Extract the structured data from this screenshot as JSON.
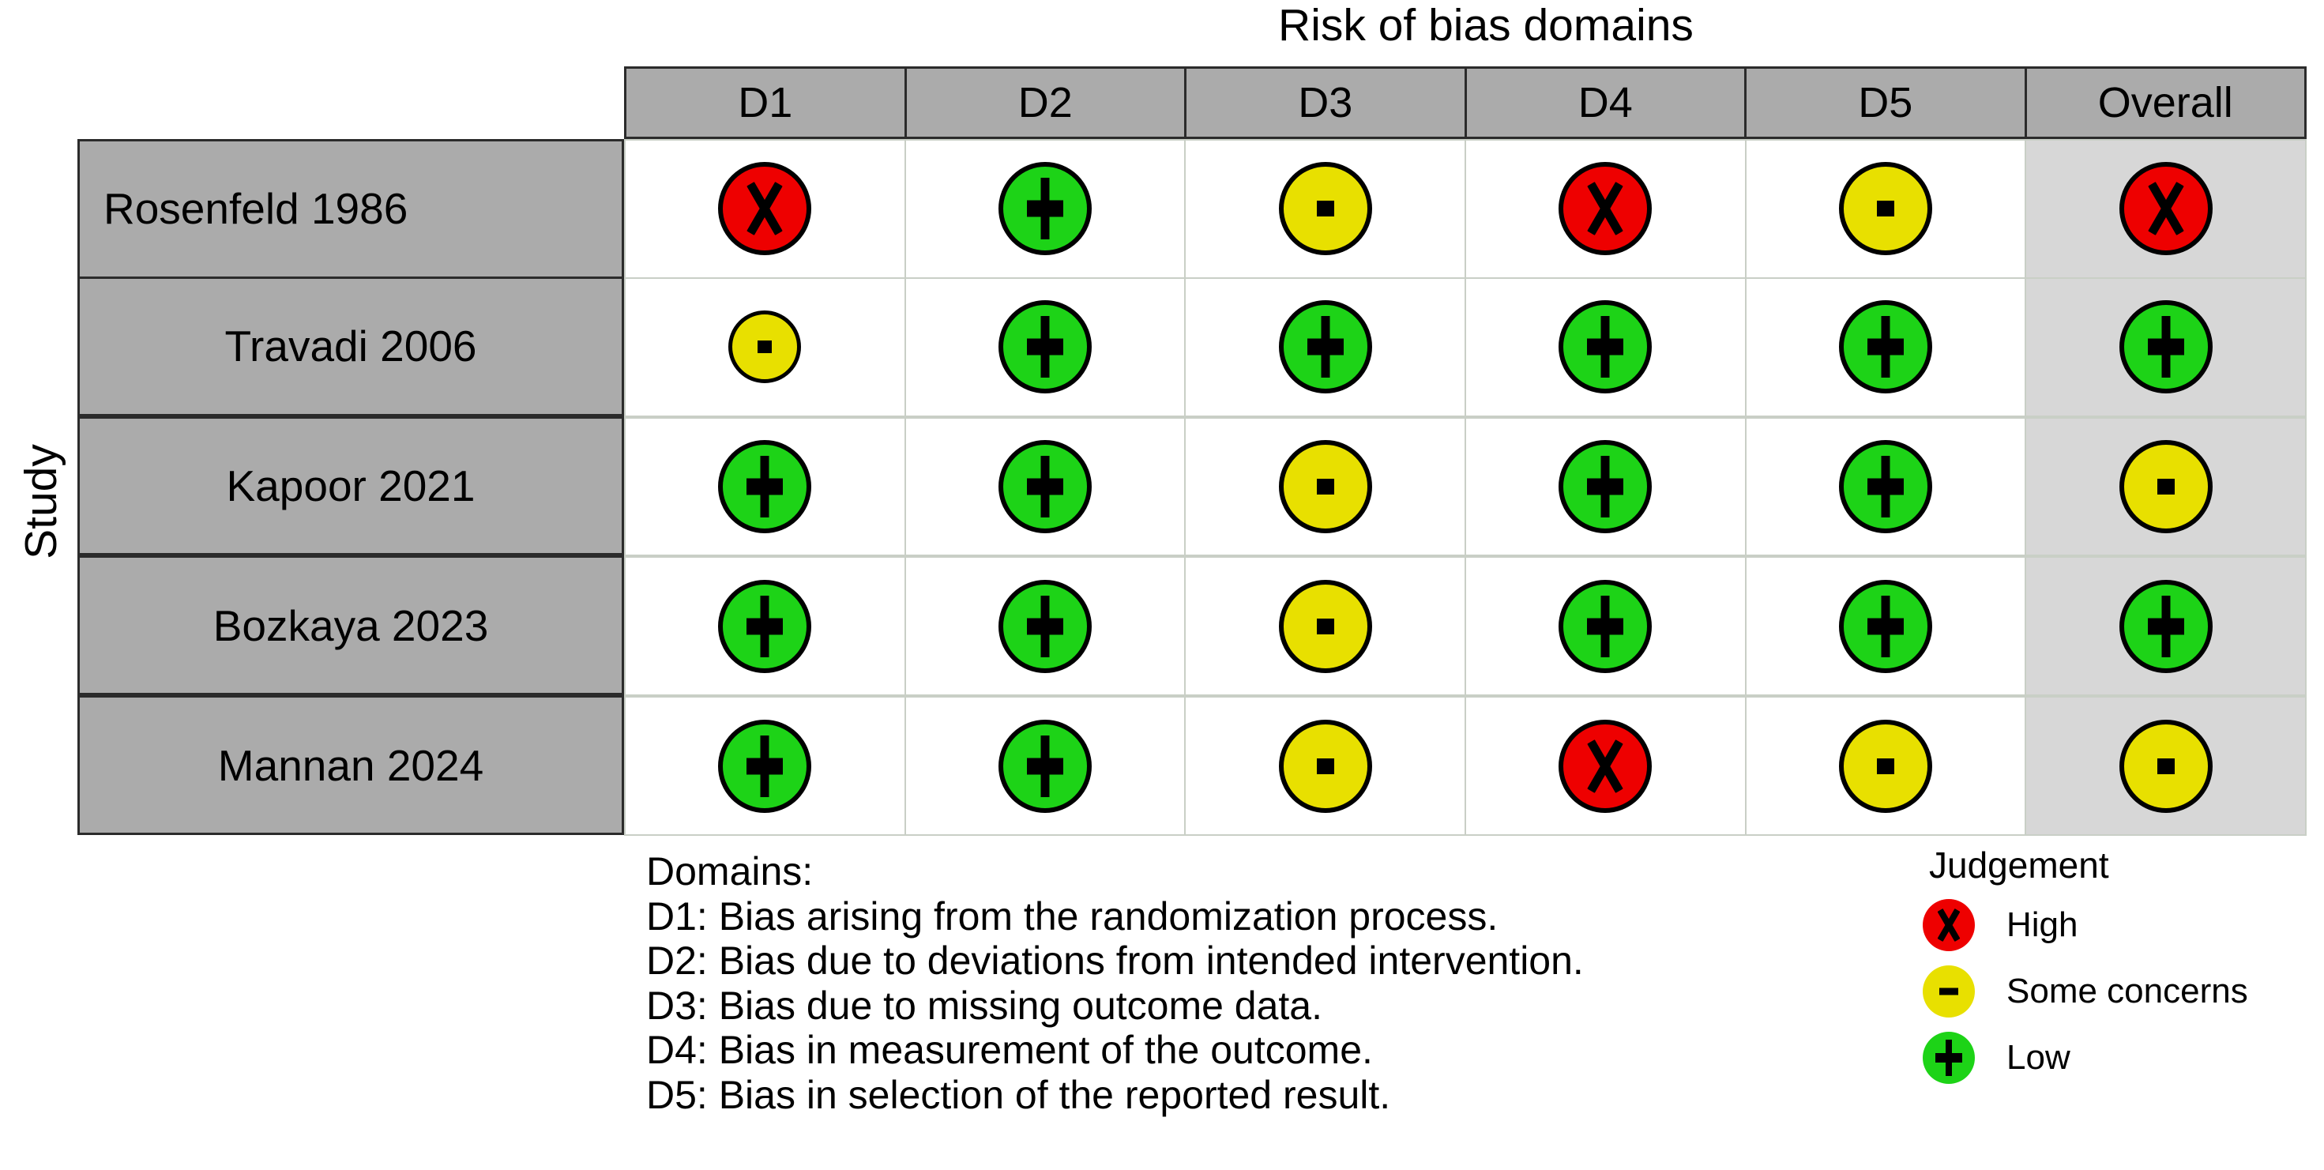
{
  "title": "Risk of bias domains",
  "axis_label_y": "Study",
  "colors": {
    "high": "#EE0000",
    "some_concerns": "#E8E000",
    "low": "#1DD317",
    "header_gray": "#ABABAB",
    "overall_cell_gray": "#D7D7D7",
    "grid_line": "#C9CFC6",
    "outline": "#2B2B2B"
  },
  "chart_data": {
    "type": "table",
    "title": "Risk of bias domains",
    "xlabel": "",
    "ylabel": "Study",
    "columns": [
      "D1",
      "D2",
      "D3",
      "D4",
      "D5",
      "Overall"
    ],
    "rows": [
      {
        "study": "Rosenfeld 1986",
        "judgements": [
          "high",
          "low",
          "some",
          "high",
          "some",
          "high"
        ]
      },
      {
        "study": "Travadi 2006",
        "judgements": [
          "some",
          "low",
          "low",
          "low",
          "low",
          "low"
        ]
      },
      {
        "study": "Kapoor 2021",
        "judgements": [
          "low",
          "low",
          "some",
          "low",
          "low",
          "some"
        ]
      },
      {
        "study": "Bozkaya 2023",
        "judgements": [
          "low",
          "low",
          "some",
          "low",
          "low",
          "low"
        ]
      },
      {
        "study": "Mannan 2024",
        "judgements": [
          "low",
          "low",
          "some",
          "high",
          "some",
          "some"
        ]
      }
    ],
    "judgement_levels": [
      {
        "key": "high",
        "symbol": "X",
        "label": "High",
        "color": "#EE0000"
      },
      {
        "key": "some",
        "symbol": "-",
        "label": "Some concerns",
        "color": "#E8E000"
      },
      {
        "key": "low",
        "symbol": "+",
        "label": "Low",
        "color": "#1DD317"
      }
    ]
  },
  "table": {
    "headers": [
      {
        "label": "D1"
      },
      {
        "label": "D2"
      },
      {
        "label": "D3"
      },
      {
        "label": "D4"
      },
      {
        "label": "D5"
      },
      {
        "label": "Overall"
      }
    ],
    "rows": [
      {
        "study": "Rosenfeld 1986",
        "align": "left",
        "cells": [
          {
            "judgement": "high",
            "symbol": "X",
            "size": "normal"
          },
          {
            "judgement": "low",
            "symbol": "+",
            "size": "normal"
          },
          {
            "judgement": "some",
            "symbol": "-",
            "size": "normal"
          },
          {
            "judgement": "high",
            "symbol": "X",
            "size": "normal"
          },
          {
            "judgement": "some",
            "symbol": "-",
            "size": "normal"
          },
          {
            "judgement": "high",
            "symbol": "X",
            "size": "normal"
          }
        ]
      },
      {
        "study": "Travadi 2006",
        "align": "center",
        "cells": [
          {
            "judgement": "some",
            "symbol": "-",
            "size": "small"
          },
          {
            "judgement": "low",
            "symbol": "+",
            "size": "normal"
          },
          {
            "judgement": "low",
            "symbol": "+",
            "size": "normal"
          },
          {
            "judgement": "low",
            "symbol": "+",
            "size": "normal"
          },
          {
            "judgement": "low",
            "symbol": "+",
            "size": "normal"
          },
          {
            "judgement": "low",
            "symbol": "+",
            "size": "normal"
          }
        ]
      },
      {
        "study": "Kapoor 2021",
        "align": "center",
        "cells": [
          {
            "judgement": "low",
            "symbol": "+",
            "size": "normal"
          },
          {
            "judgement": "low",
            "symbol": "+",
            "size": "normal"
          },
          {
            "judgement": "some",
            "symbol": "-",
            "size": "normal"
          },
          {
            "judgement": "low",
            "symbol": "+",
            "size": "normal"
          },
          {
            "judgement": "low",
            "symbol": "+",
            "size": "normal"
          },
          {
            "judgement": "some",
            "symbol": "-",
            "size": "normal"
          }
        ]
      },
      {
        "study": "Bozkaya 2023",
        "align": "center",
        "cells": [
          {
            "judgement": "low",
            "symbol": "+",
            "size": "normal"
          },
          {
            "judgement": "low",
            "symbol": "+",
            "size": "normal"
          },
          {
            "judgement": "some",
            "symbol": "-",
            "size": "normal"
          },
          {
            "judgement": "low",
            "symbol": "+",
            "size": "normal"
          },
          {
            "judgement": "low",
            "symbol": "+",
            "size": "normal"
          },
          {
            "judgement": "low",
            "symbol": "+",
            "size": "normal"
          }
        ]
      },
      {
        "study": "Mannan 2024",
        "align": "center",
        "cells": [
          {
            "judgement": "low",
            "symbol": "+",
            "size": "normal"
          },
          {
            "judgement": "low",
            "symbol": "+",
            "size": "normal"
          },
          {
            "judgement": "some",
            "symbol": "-",
            "size": "normal"
          },
          {
            "judgement": "high",
            "symbol": "X",
            "size": "normal"
          },
          {
            "judgement": "some",
            "symbol": "-",
            "size": "normal"
          },
          {
            "judgement": "some",
            "symbol": "-",
            "size": "normal"
          }
        ]
      }
    ]
  },
  "domains": {
    "heading": "Domains:",
    "lines": [
      "D1: Bias arising from the randomization process.",
      "D2: Bias due to deviations from intended intervention.",
      "D3: Bias due to missing outcome data.",
      "D4: Bias in measurement of the outcome.",
      "D5: Bias in selection of the reported result."
    ]
  },
  "legend": {
    "title": "Judgement",
    "items": [
      {
        "key": "high",
        "symbol": "X",
        "label": "High"
      },
      {
        "key": "some",
        "symbol": "-",
        "label": "Some concerns"
      },
      {
        "key": "low",
        "symbol": "+",
        "label": "Low"
      }
    ]
  }
}
